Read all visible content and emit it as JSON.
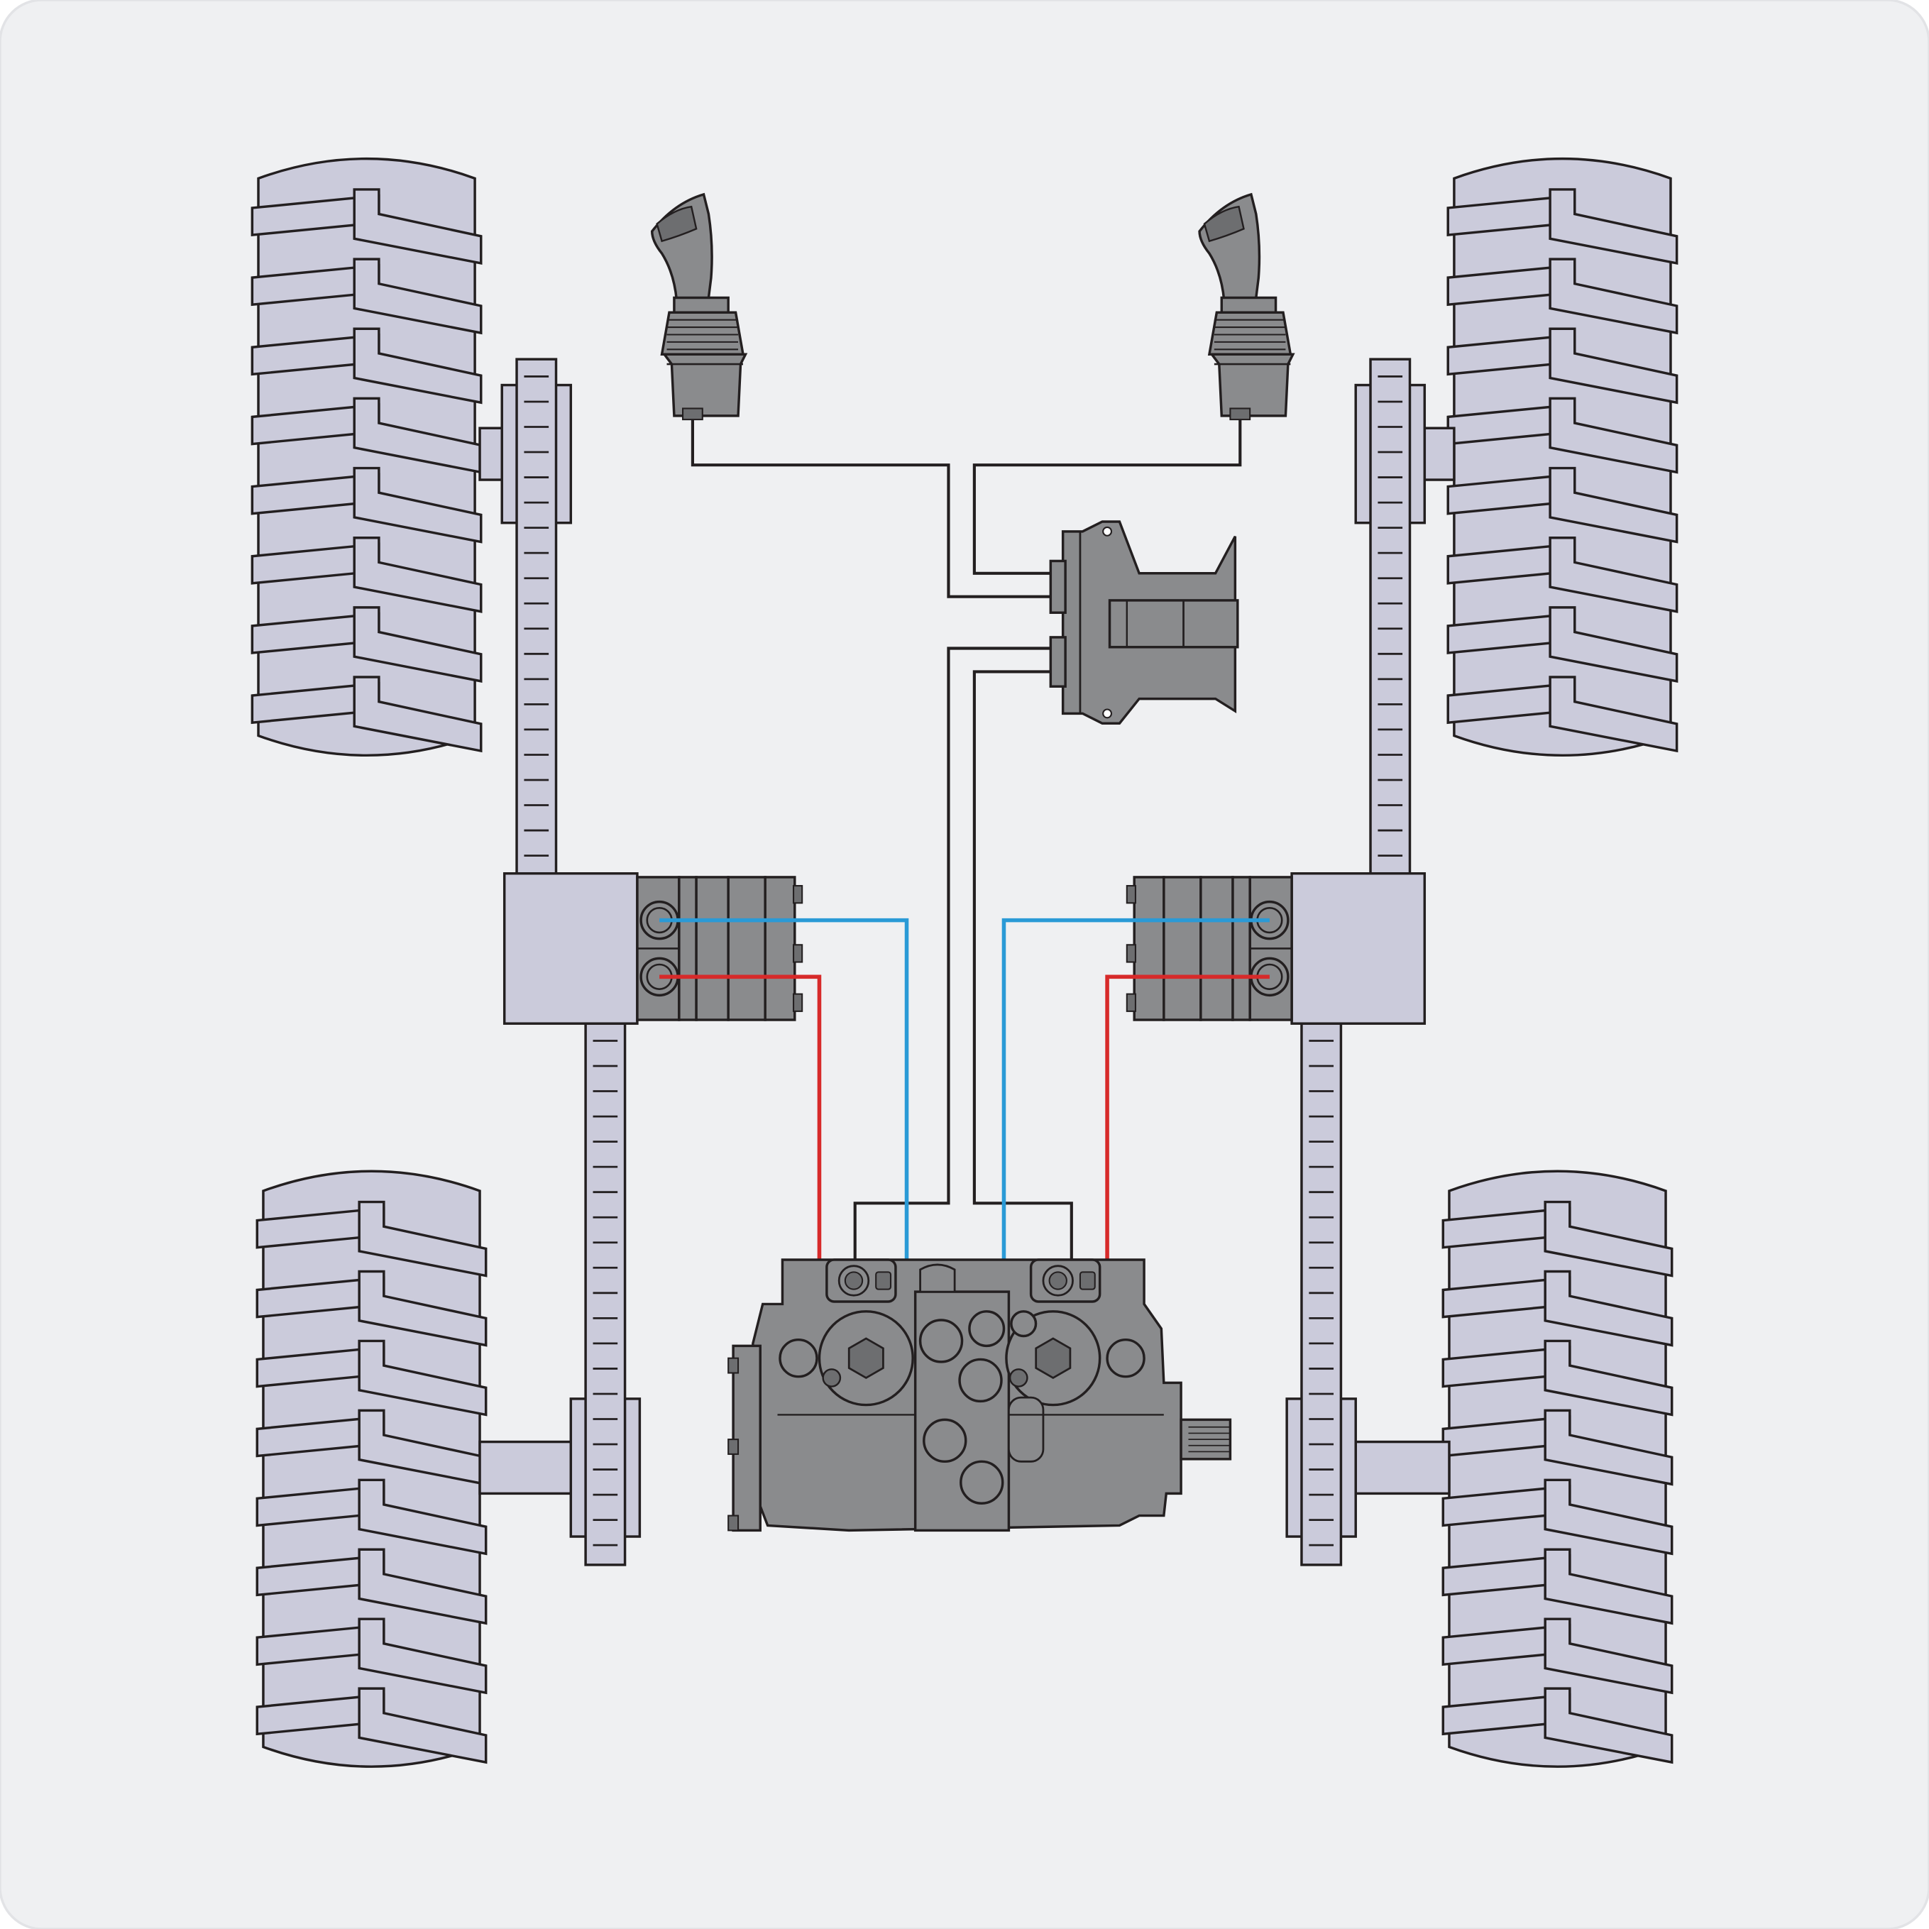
{
  "colors": {
    "background": "#eff0f2",
    "frame": "#e2e3e6",
    "wheel": "#cbcbdb",
    "outline": "#231f20",
    "component": "#8a8b8d",
    "component_dark": "#6d6e70",
    "pressure_line": "#d72a2a",
    "return_line": "#2a9ad6",
    "control_wire": "#231f20"
  },
  "components": {
    "wheels": [
      "wheel-front-left",
      "wheel-front-right",
      "wheel-rear-left",
      "wheel-rear-right"
    ],
    "chains": [
      "chain-front-left",
      "chain-rear-left",
      "chain-front-right",
      "chain-rear-right"
    ],
    "motors": [
      "drive-motor-left",
      "drive-motor-right"
    ],
    "joysticks": [
      "joystick-left",
      "joystick-right"
    ],
    "controller": "controller-ecu",
    "pump": "tandem-pump",
    "icons": [
      "joystick-icon",
      "motor-icon",
      "pump-icon",
      "controller-icon",
      "wheel-icon"
    ]
  }
}
